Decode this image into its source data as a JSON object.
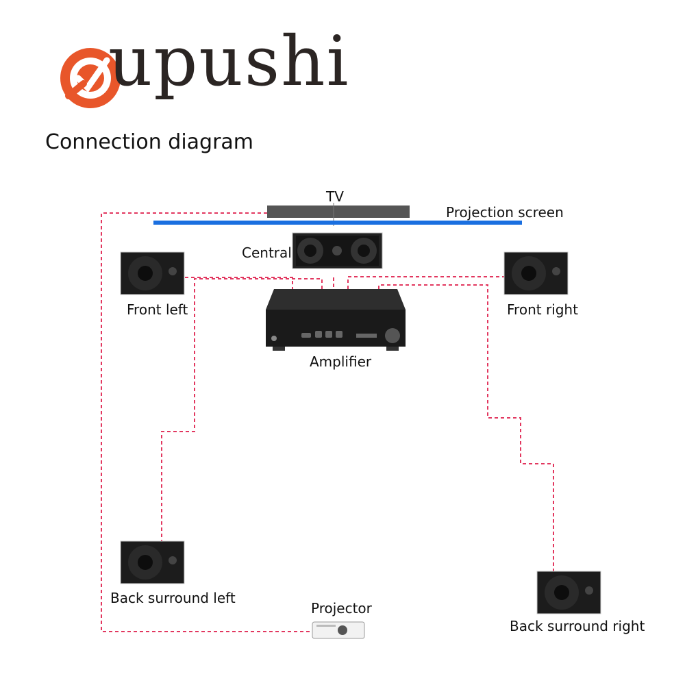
{
  "brand": {
    "name": "upushi",
    "logo_color": "#e8562a"
  },
  "heading": "Connection diagram",
  "labels": {
    "tv": "TV",
    "projection_screen": "Projection screen",
    "central": "Central",
    "front_left": "Front left",
    "front_right": "Front right",
    "amplifier": "Amplifier",
    "back_surround_left": "Back surround left",
    "back_surround_right": "Back surround right",
    "projector": "Projector"
  },
  "colors": {
    "wire": "#e2375f",
    "screen": "#1a6fe0",
    "tv": "#555555"
  },
  "icons": [
    "upushi-logo-icon",
    "speaker-icon",
    "center-speaker-icon",
    "amplifier-icon",
    "projector-icon"
  ]
}
